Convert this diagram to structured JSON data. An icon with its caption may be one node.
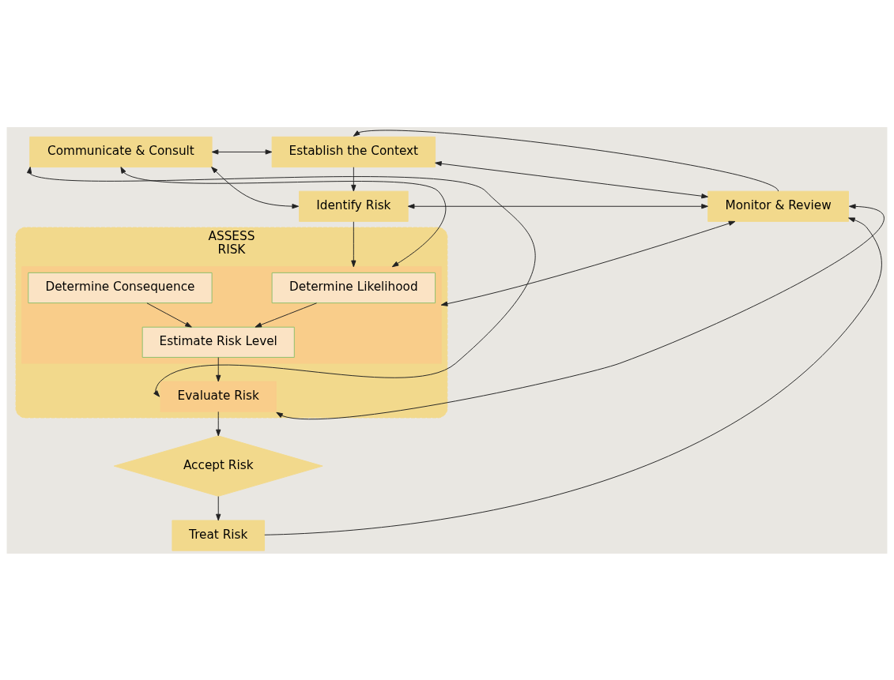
{
  "diagram": {
    "nodes": [
      {
        "text": [
          "Communicate & Consult"
        ]
      },
      {
        "text": [
          "Establish the Context"
        ]
      },
      {
        "text": [
          "Identify Risk"
        ]
      },
      {
        "text": [
          "ASSESS",
          "RISK"
        ]
      },
      {
        "text": [],
        "shape": "box",
        "in": 3
      },
      {
        "text": [
          "Determine Likelihood"
        ],
        "in": 4
      },
      {
        "text": [
          "Determine Consequence"
        ],
        "in": 4
      },
      {
        "text": [
          "Estimate Risk Level"
        ],
        "in": 4
      },
      {
        "text": [
          "Evaluate Risk"
        ],
        "in": 3
      },
      {
        "text": [
          "Accept Risk"
        ]
      },
      {
        "text": [
          "Treat Risk"
        ]
      },
      {
        "text": [
          "Monitor & Review"
        ]
      }
    ],
    "edges": [
      {
        "from": 0,
        "to": 1,
        "arrow": "both"
      },
      {
        "from": 0,
        "to": 2,
        "arrow": "both"
      },
      {
        "from": 0,
        "to": 4,
        "arrow": "both"
      },
      {
        "from": 0,
        "to": 8,
        "arrow": "both"
      },
      {
        "from": 1,
        "to": 11,
        "arrow": "both"
      },
      {
        "from": 2,
        "to": 11,
        "arrow": "both"
      },
      {
        "from": 4,
        "to": 11,
        "arrow": "both"
      },
      {
        "from": 8,
        "to": 11,
        "arrow": "both"
      },
      {
        "from": 1,
        "to": 2,
        "arrow": "to"
      },
      {
        "from": 2,
        "to": 4,
        "arrow": "to"
      },
      {
        "from": 5,
        "to": 7,
        "arrow": "to"
      },
      {
        "from": 6,
        "to": 7,
        "arrow": "to"
      },
      {
        "from": 7,
        "to": 8,
        "arrow": "to"
      },
      {
        "from": 8,
        "to": 9,
        "arrow": "to"
      },
      {
        "from": 9,
        "to": 10,
        "arrow": "to"
      },
      {
        "from": 10,
        "to": 11,
        "arrow": "to"
      },
      {
        "from": 11,
        "to": 1,
        "arrow": "to"
      }
    ]
  }
}
